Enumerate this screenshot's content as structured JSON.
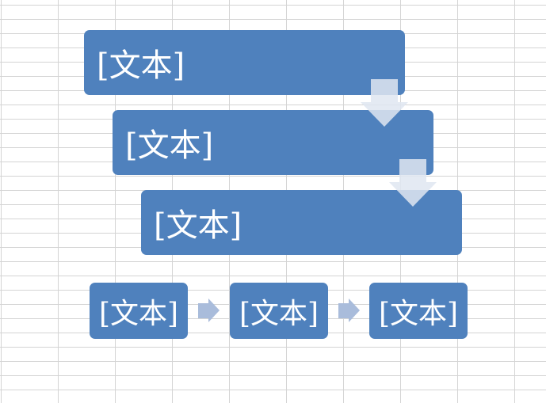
{
  "diagram": {
    "type": "process",
    "colors": {
      "box": "#4f81bd",
      "arrow": "#d0d8e8",
      "arrow_small": "#a9bcdb",
      "text": "#ffffff",
      "grid": "#d4d4d4"
    },
    "vertical_steps": [
      {
        "label": "[文本]"
      },
      {
        "label": "[文本]"
      },
      {
        "label": "[文本]"
      }
    ],
    "horizontal_steps": [
      {
        "label": "[文本]"
      },
      {
        "label": "[文本]"
      },
      {
        "label": "[文本]"
      }
    ],
    "icons": {
      "down_arrow": "down-arrow-icon",
      "right_arrow": "right-arrow-icon"
    }
  }
}
